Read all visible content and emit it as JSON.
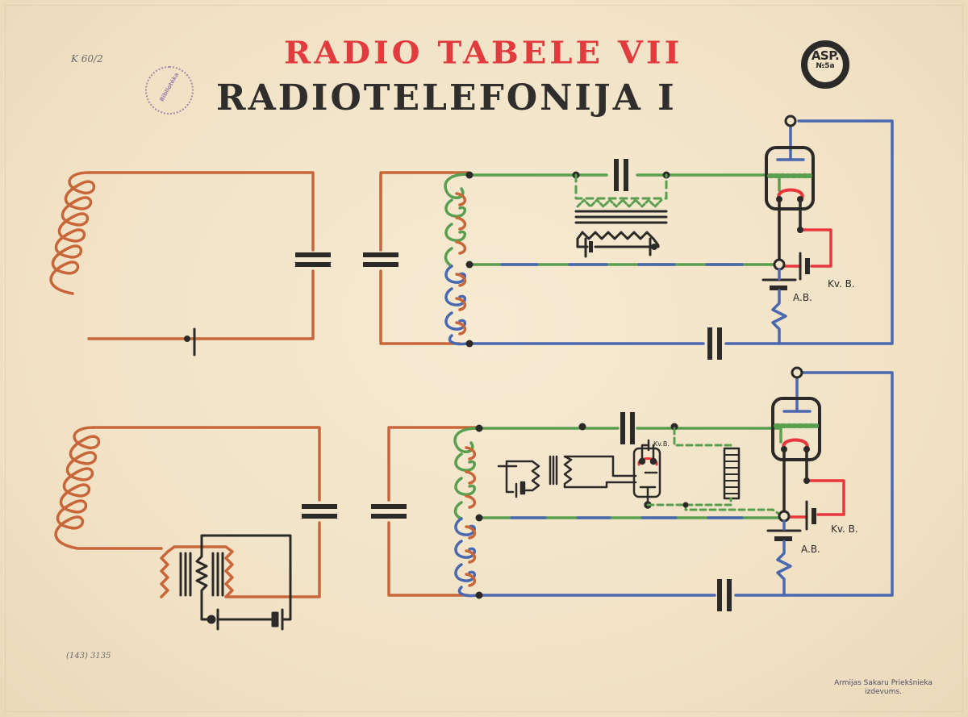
{
  "poster": {
    "title": "RADIO TABELE VII",
    "subtitle": "RADIOTELEFONIJA I",
    "logo": {
      "text": "ASP.",
      "number": "№5a"
    },
    "handwritten_top": "K 60/2",
    "handwritten_bottom": "(143) 3135",
    "stamp_text": "Bibliotēka",
    "publisher_line1": "Armijas Sakaru Priekšnieka",
    "publisher_line2": "izdevums."
  },
  "colors": {
    "paper": "#f2e4c8",
    "title_red": "#e23b3e",
    "ink": "#2b2a28",
    "antenna_orange": "#c8663a",
    "grid_green": "#5a9e50",
    "plate_blue": "#4a68b0",
    "filament_red": "#e8363c"
  },
  "diagrams": [
    {
      "id": "top",
      "labels": {
        "filament_battery": "Kv. B.",
        "anode_battery": "A.B."
      }
    },
    {
      "id": "bottom",
      "labels": {
        "filament_battery": "Kv. B.",
        "anode_battery": "A.B.",
        "small_tube_battery": "Kv.B."
      }
    }
  ]
}
